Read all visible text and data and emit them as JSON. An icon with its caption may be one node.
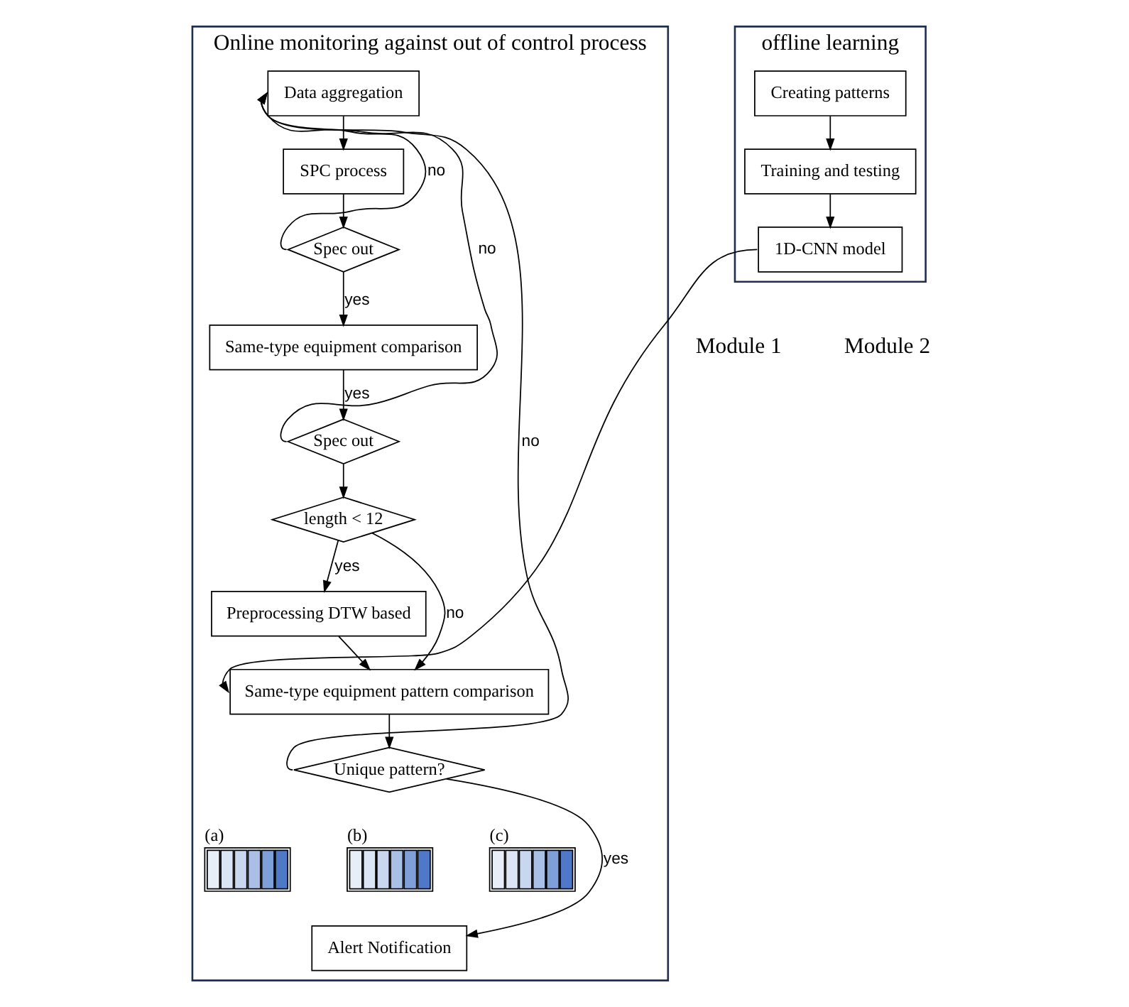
{
  "diagram": {
    "nodes": [
      {
        "text": [
          "Online monitoring against out of control process"
        ]
      },
      {
        "text": [
          "Data aggregation"
        ],
        "in": 0
      },
      {
        "text": [
          "SPC process"
        ],
        "in": 0
      },
      {
        "text": [
          "Spec out"
        ],
        "in": 0
      },
      {
        "text": [
          "Same-type equipment comparison"
        ],
        "in": 0
      },
      {
        "text": [
          "Spec out"
        ],
        "in": 0
      },
      {
        "text": [
          "length < 12"
        ],
        "in": 0
      },
      {
        "text": [
          "Preprocessing DTW based"
        ],
        "in": 0
      },
      {
        "text": [
          "Same-type equipment pattern comparison"
        ],
        "in": 0
      },
      {
        "text": [
          "Unique pattern?"
        ],
        "in": 0
      },
      {
        "text": [],
        "shape": "picture",
        "beside": [
          "(a)"
        ],
        "in": 0
      },
      {
        "text": [],
        "shape": "picture",
        "beside": [
          "(b)"
        ],
        "in": 0
      },
      {
        "text": [],
        "shape": "picture",
        "beside": [
          "(c)"
        ],
        "in": 0
      },
      {
        "text": [
          "Alert Notification"
        ],
        "in": 0
      },
      {
        "text": [
          "offline learning"
        ]
      },
      {
        "text": [
          "Creating patterns"
        ],
        "in": 14
      },
      {
        "text": [
          "Training and testing"
        ],
        "in": 14
      },
      {
        "text": [
          "1D-CNN model"
        ],
        "in": 14
      }
    ],
    "edges": [
      {
        "from": 1,
        "to": 2,
        "arrow": "to"
      },
      {
        "from": 2,
        "to": 3,
        "arrow": "to"
      },
      {
        "from": 3,
        "to": 1,
        "arrow": "to",
        "label": "no"
      },
      {
        "from": 3,
        "to": 4,
        "arrow": "to",
        "label": "yes"
      },
      {
        "from": 4,
        "to": 5,
        "arrow": "to",
        "label": "yes"
      },
      {
        "from": 5,
        "to": 1,
        "arrow": "to",
        "label": "no"
      },
      {
        "from": 5,
        "to": 6,
        "arrow": "to"
      },
      {
        "from": 6,
        "to": 8,
        "arrow": "to",
        "label": "no"
      },
      {
        "from": 6,
        "to": 7,
        "arrow": "to",
        "label": "yes"
      },
      {
        "from": 7,
        "to": 8,
        "arrow": "to"
      },
      {
        "from": 8,
        "to": 9,
        "arrow": "to"
      },
      {
        "from": 9,
        "to": 1,
        "arrow": "to",
        "label": "no"
      },
      {
        "from": 9,
        "to": 13,
        "arrow": "to",
        "label": "yes"
      },
      {
        "from": 15,
        "to": 16,
        "arrow": "to"
      },
      {
        "from": 16,
        "to": 17,
        "arrow": "to"
      },
      {
        "from": 17,
        "to": 8,
        "arrow": "to"
      }
    ],
    "labels": [
      "Module 1",
      "Module 2"
    ]
  }
}
